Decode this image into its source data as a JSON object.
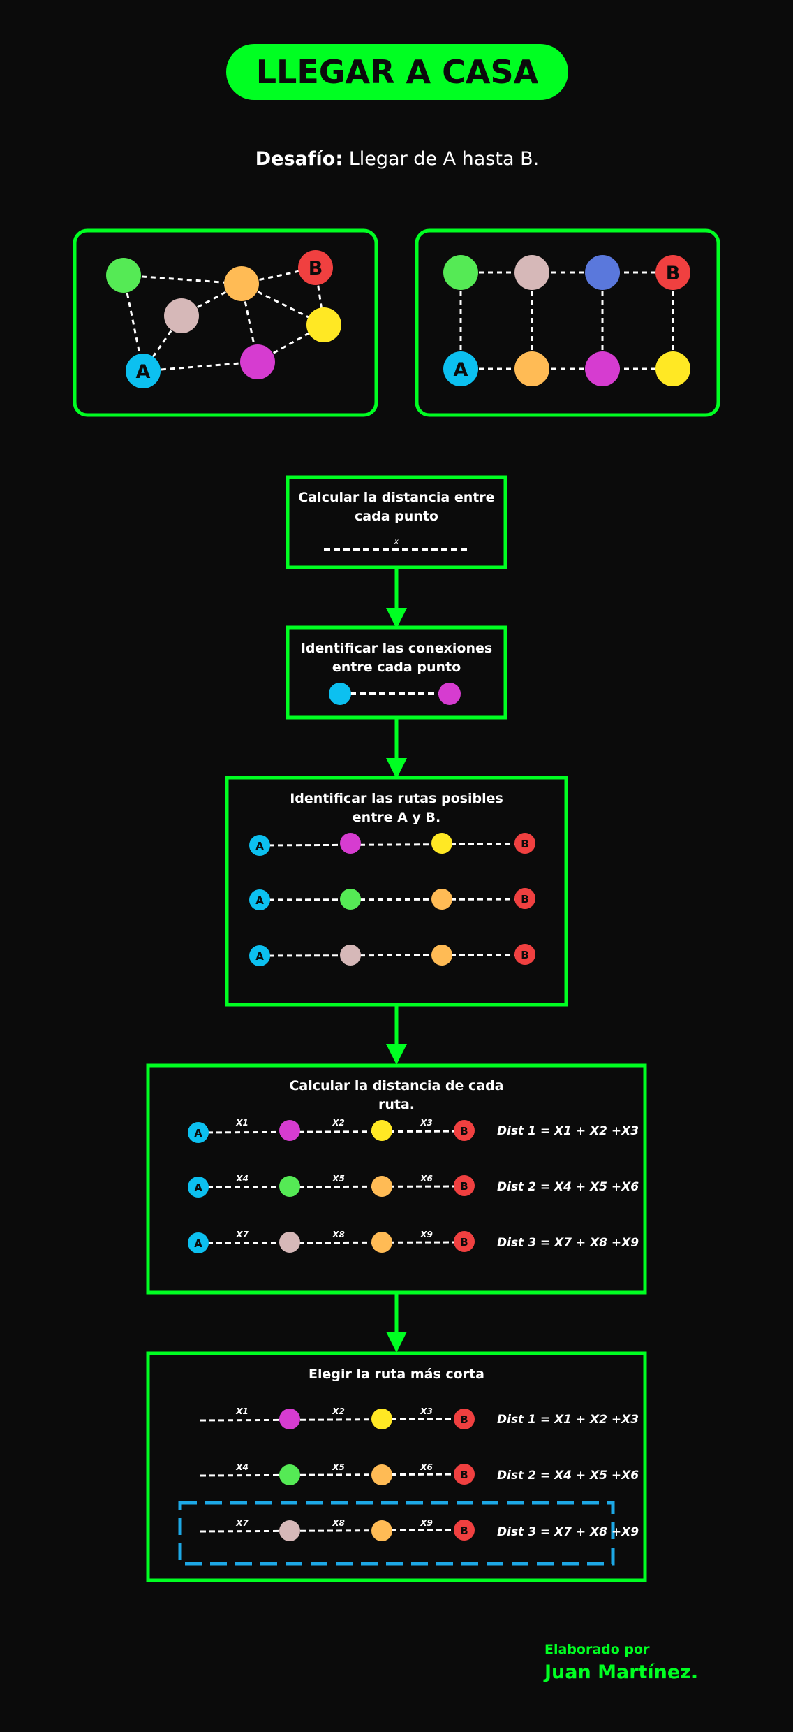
{
  "title": "LLEGAR A CASA",
  "challenge": {
    "bold": "Desafío:",
    "text": " Llegar de A hasta B."
  },
  "colors": {
    "background": "#0b0b0b",
    "accent_green": "#00ff22",
    "title_text": "#0b0b0b",
    "dash_highlight": "#1da8e6",
    "node_a": "#0cc0f0",
    "node_b": "#f04040",
    "node_green": "#55ea55",
    "node_orange": "#ffbb55",
    "node_pink": "#d6b8b8",
    "node_magenta": "#d63cd0",
    "node_yellow": "#ffe824",
    "node_blue": "#5a78dc"
  },
  "nodes": {
    "a": "A",
    "b": "B"
  },
  "step1": {
    "line1": "Calcular la distancia entre",
    "line2": "cada punto",
    "x_label": "x"
  },
  "step2": {
    "line1": "Identificar las conexiones",
    "line2": "entre cada punto"
  },
  "step3": {
    "line1": "Identificar las rutas posibles",
    "line2": "entre A y B."
  },
  "step4": {
    "line1": "Calcular la distancia de cada",
    "line2": "ruta.",
    "routes": [
      {
        "labels": [
          "X1",
          "X2",
          "X3"
        ],
        "dist": "Dist 1 = X1 + X2 +X3"
      },
      {
        "labels": [
          "X4",
          "X5",
          "X6"
        ],
        "dist": "Dist 2 = X4 + X5 +X6"
      },
      {
        "labels": [
          "X7",
          "X8",
          "X9"
        ],
        "dist": "Dist 3 = X7 + X8 +X9"
      }
    ]
  },
  "step5": {
    "line1": "Elegir la ruta más corta",
    "routes": [
      {
        "labels": [
          "X1",
          "X2",
          "X3"
        ],
        "dist": "Dist 1 = X1 + X2 +X3"
      },
      {
        "labels": [
          "X4",
          "X5",
          "X6"
        ],
        "dist": "Dist 2 = X4 + X5 +X6"
      },
      {
        "labels": [
          "X7",
          "X8",
          "X9"
        ],
        "dist": "Dist 3 = X7 + X8 +X9"
      }
    ],
    "highlighted_route": 3
  },
  "credit": {
    "line1": "Elaborado por",
    "line2": "Juan Martínez."
  }
}
